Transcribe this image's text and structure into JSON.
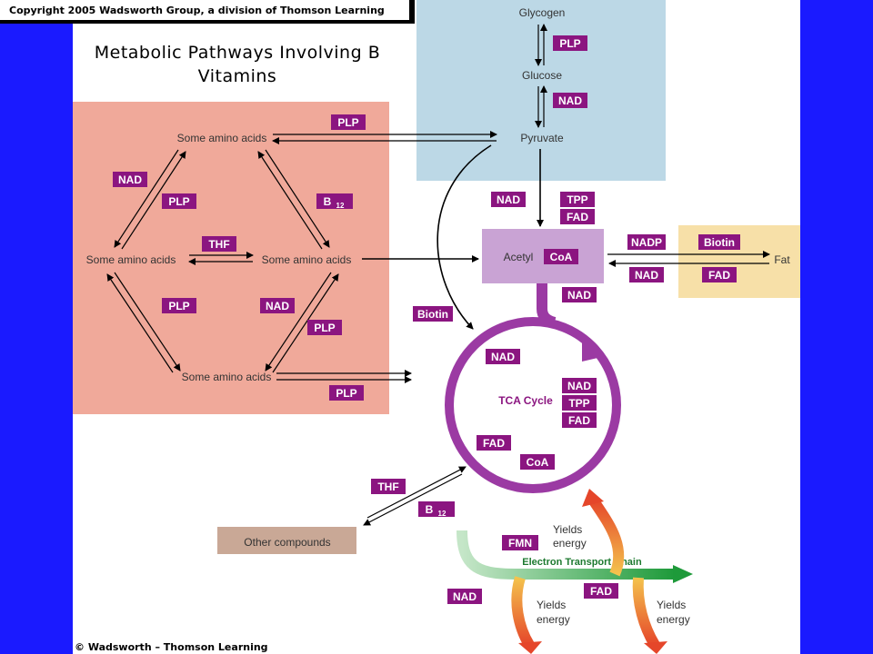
{
  "banner": {
    "copyright": "Copyright 2005 Wadsworth Group, a division of Thomson Learning"
  },
  "title": {
    "line1": "Metabolic Pathways Involving B",
    "line2": "Vitamins"
  },
  "footer": {
    "credit": "© Wadsworth – Thomson Learning"
  },
  "colors": {
    "background": "#1a1aff",
    "panel": "#ffffff",
    "amino_box": "#f0a99a",
    "glucose_box": "#bcd8e6",
    "fat_box": "#f7e0a8",
    "acetyl_box": "#c9a3d4",
    "tag": "#8b1580",
    "cycle": "#9b3aa3",
    "other_box": "#c9a896",
    "etc_green": "#1e9a3a"
  },
  "nodes": {
    "glycogen": "Glycogen",
    "glucose": "Glucose",
    "pyruvate": "Pyruvate",
    "amino_top": "Some amino acids",
    "amino_left": "Some amino acids",
    "amino_mid": "Some amino acids",
    "amino_bottom": "Some amino acids",
    "acetyl": "Acetyl",
    "fat": "Fat",
    "tca": "TCA Cycle",
    "other": "Other compounds",
    "etc": "Electron Transport Chain",
    "yields1": "Yields",
    "energy1": "energy",
    "yields2": "Yields",
    "energy2": "energy",
    "yields3": "Yields",
    "energy3": "energy"
  },
  "tags": {
    "plp_glyco": "PLP",
    "nad_gluc": "NAD",
    "plp_aa_top": "PLP",
    "nad_aa_left": "NAD",
    "plp_aa_left": "PLP",
    "b12_aa_right": "B",
    "thf_mid": "THF",
    "plp_lower_left": "PLP",
    "nad_lower_right": "NAD",
    "plp_lower_right": "PLP",
    "plp_bottom": "PLP",
    "nad_pdh": "NAD",
    "tpp_pdh": "TPP",
    "fad_pdh": "FAD",
    "coa": "CoA",
    "nadp": "NADP",
    "biotin_fat": "Biotin",
    "nad_fat": "NAD",
    "fad_fat": "FAD",
    "nad_acetyl": "NAD",
    "biotin_pc": "Biotin",
    "nad_tca1": "NAD",
    "nad_tca2": "NAD",
    "tpp_tca": "TPP",
    "fad_tca1": "FAD",
    "fad_tca2": "FAD",
    "coa_tca": "CoA",
    "thf_other": "THF",
    "b12_other": "B",
    "fmn": "FMN",
    "nad_etc": "NAD",
    "fad_etc": "FAD"
  },
  "subscripts": {
    "b12_aa_right": "12",
    "b12_other": "12"
  }
}
